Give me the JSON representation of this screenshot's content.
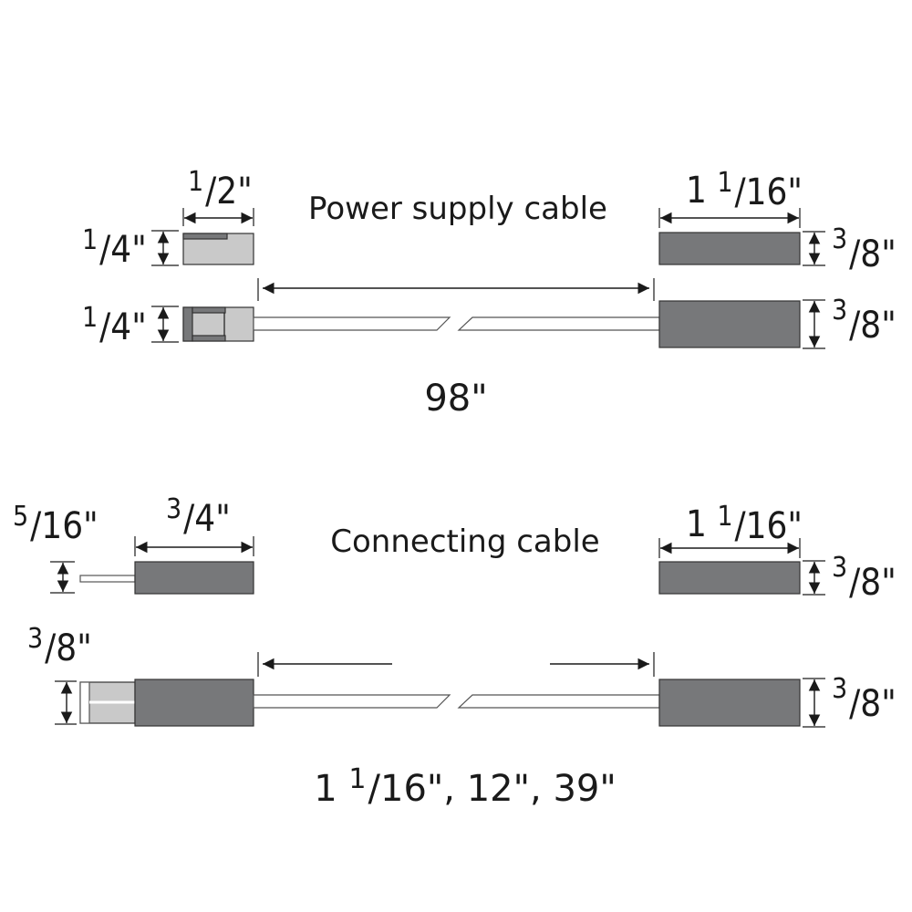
{
  "power_supply": {
    "title": "Power supply cable",
    "length": "98\"",
    "plug_width": {
      "num": "1",
      "den": "2\""
    },
    "plug_top_height": {
      "num": "1",
      "den": "4\""
    },
    "plug_side_height": {
      "num": "1",
      "den": "4\""
    },
    "box_width": {
      "whole": "1 ",
      "num": "1",
      "den": "16\""
    },
    "box_top_height": {
      "num": "3",
      "den": "8\""
    },
    "box_side_height": {
      "num": "3",
      "den": "8\""
    }
  },
  "connecting": {
    "title": "Connecting cable",
    "lengths": {
      "whole": "1 ",
      "num": "1",
      "rest": "16\", 12\", 39\""
    },
    "pin_height": {
      "num": "5",
      "den": "16\""
    },
    "plug_width": {
      "num": "3",
      "den": "4\""
    },
    "plug_side_height": {
      "num": "3",
      "den": "8\""
    },
    "box_width": {
      "whole": "1 ",
      "num": "1",
      "den": "16\""
    },
    "box_top_height": {
      "num": "3",
      "den": "8\""
    },
    "box_side_height": {
      "num": "3",
      "den": "8\""
    }
  },
  "colors": {
    "connector_dark": "#77787a",
    "connector_light": "#c9c9c9",
    "ink": "#1a1a1a"
  }
}
